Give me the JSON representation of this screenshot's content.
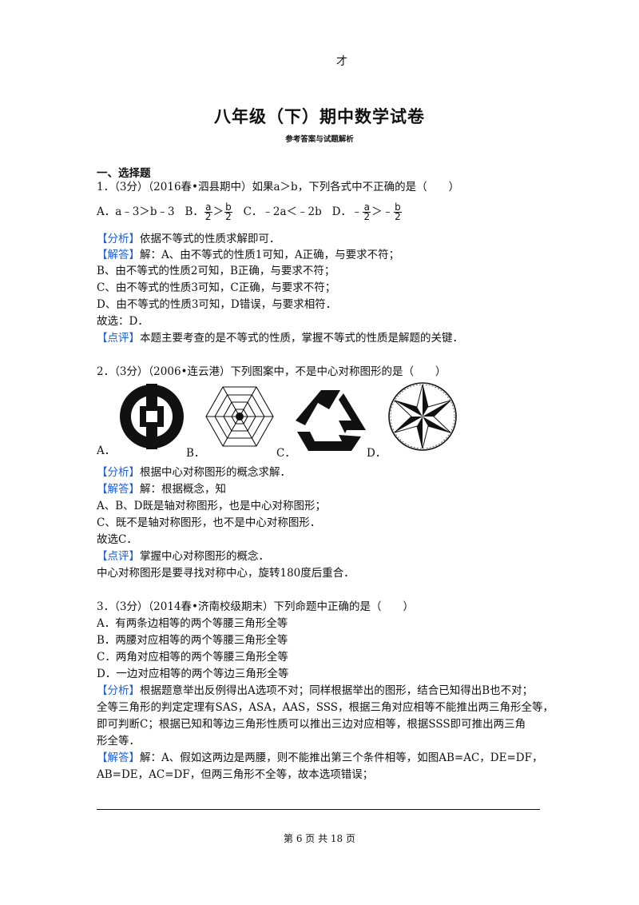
{
  "header_mark": "才",
  "title": "八年级（下）期中数学试卷",
  "subtitle": "参考答案与试题解析",
  "section": "一、选择题",
  "q1": {
    "stem": "1．（3分）（2016春•泗县期中）如果a＞b，下列各式中不正确的是（　　）",
    "opt_a": "A．a﹣3＞b﹣3",
    "opt_b_label": "B．",
    "opt_b_num1": "a",
    "opt_b_den1": "2",
    "opt_b_op": "＞",
    "opt_b_num2": "b",
    "opt_b_den2": "2",
    "opt_c": "C．﹣2a＜﹣2b",
    "opt_d_label": "D．",
    "opt_d_pre": "﹣",
    "opt_d_num1": "a",
    "opt_d_den1": "2",
    "opt_d_op": "＞﹣",
    "opt_d_num2": "b",
    "opt_d_den2": "2",
    "analysis_tag": "【分析】",
    "analysis": "依据不等式的性质求解即可．",
    "solution_tag": "【解答】",
    "solution": "解：A、由不等式的性质1可知，A正确，与要求不符；",
    "s2": "B、由不等式的性质2可知，B正确，与要求不符；",
    "s3": "C、由不等式的性质3可知，C正确，与要求不符；",
    "s4": "D、由不等式的性质3可知，D错误，与要求相符．",
    "s5": "故选：D．",
    "comment_tag": "【点评】",
    "comment": "本题主要考查的是不等式的性质，掌握不等式的性质是解题的关键．"
  },
  "q2": {
    "stem": "2．（3分）（2006•连云港）下列图案中，不是中心对称图形的是（　　）",
    "labels": [
      "A．",
      "B．",
      "C．",
      "D．"
    ],
    "analysis_tag": "【分析】",
    "analysis": "根据中心对称图形的概念求解．",
    "solution_tag": "【解答】",
    "solution": "解：根据概念，知",
    "s2": "A、B、D既是轴对称图形，也是中心对称图形；",
    "s3": "C、既不是轴对称图形，也不是中心对称图形．",
    "s4": "故选C．",
    "comment_tag": "【点评】",
    "comment": "掌握中心对称图形的概念．",
    "c2": "中心对称图形是要寻找对称中心，旋转180度后重合．"
  },
  "q3": {
    "stem": "3．（3分）（2014春•济南校级期末）下列命题中正确的是（　　）",
    "opt_a": "A．有两条边相等的两个等腰三角形全等",
    "opt_b": "B．两腰对应相等的两个等腰三角形全等",
    "opt_c": "C．两角对应相等的两个等腰三角形全等",
    "opt_d": "D．一边对应相等的两个等边三角形全等",
    "analysis_tag": "【分析】",
    "analysis": "根据题意举出反例得出A选项不对；同样根据举出的图形，结合已知得出B也不对；",
    "a2": "全等三角形的判定定理有SAS，ASA，AAS，SSS，根据三角对应相等不能推出两三角形全等，",
    "a3": "即可判断C；根据已知和等边三角形性质可以推出三边对应相等，根据SSS即可推出两三角",
    "a4": "形全等．",
    "solution_tag": "【解答】",
    "solution": "解：A、假如这两边是两腰，则不能推出第三个条件相等，如图AB=AC，DE=DF，",
    "s2": "AB=DE，AC=DF，但两三角形不全等，故本选项错误；"
  },
  "footer": "第 6 页 共 18 页"
}
